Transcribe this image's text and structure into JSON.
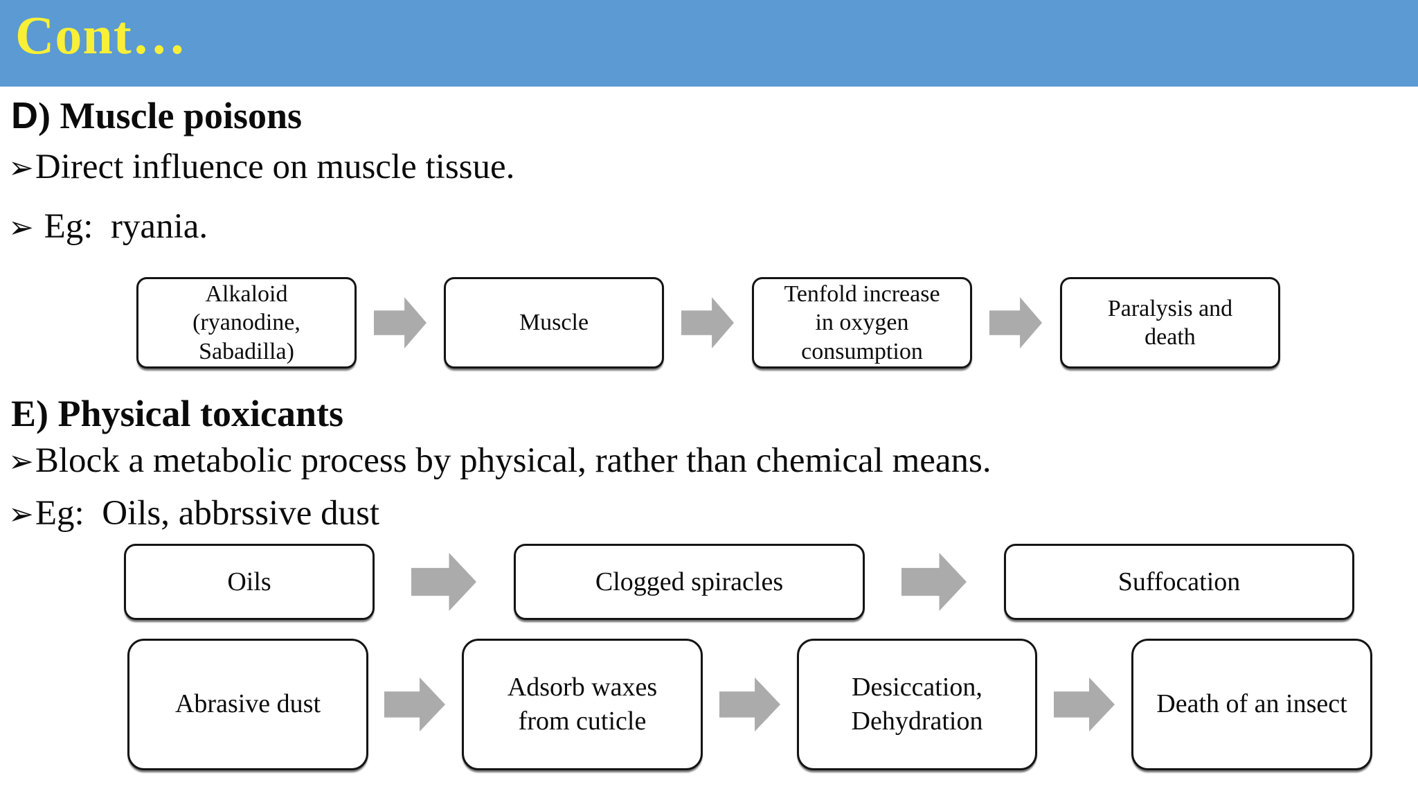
{
  "slide": {
    "header": {
      "title": "Cont…"
    },
    "bullet_char": "➢",
    "sections": [
      {
        "heading_prefix": "D",
        "heading_rest": ") Muscle poisons",
        "bullets": [
          "Direct influence on muscle tissue.",
          " Eg:  ryania."
        ]
      },
      {
        "heading_prefix": "E",
        "heading_rest": ") Physical toxicants",
        "bullets": [
          "Block a metabolic process by physical, rather than chemical means.",
          "Eg:  Oils, abbrssive dust"
        ]
      }
    ],
    "flows": [
      {
        "steps": [
          "Alkaloid\n(ryanodine,\nSabadilla)",
          "Muscle",
          "Tenfold increase\nin oxygen\nconsumption",
          "Paralysis and\ndeath"
        ]
      },
      {
        "steps": [
          "Oils",
          "Clogged spiracles",
          "Suffocation"
        ]
      },
      {
        "steps": [
          "Abrasive dust",
          "Adsorb waxes\nfrom cuticle",
          "Desiccation,\nDehydration",
          "Death of an insect"
        ]
      }
    ]
  },
  "colors": {
    "header_bg": "#5b9ad2",
    "title_text": "#f8ef36",
    "arrow_fill": "#ababab",
    "box_border": "#141414",
    "body_text": "#0b0b0b",
    "slide_bg": "#ffffff"
  }
}
